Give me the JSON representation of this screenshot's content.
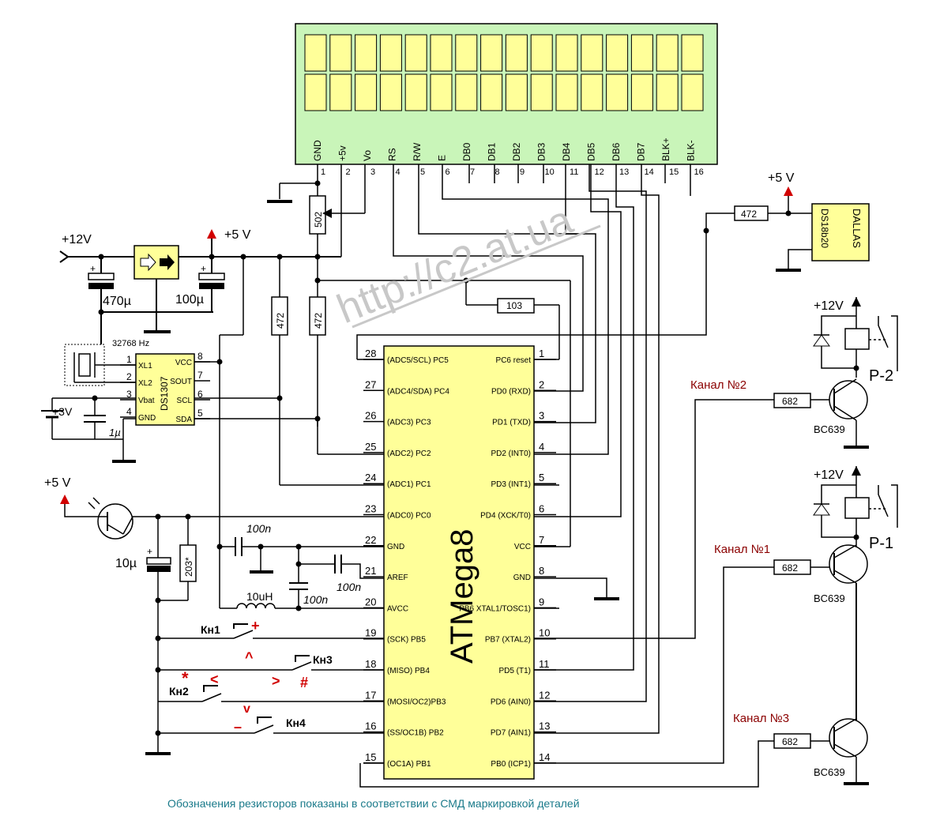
{
  "lcd": {
    "pins": [
      {
        "num": "1",
        "label": "GND"
      },
      {
        "num": "2",
        "label": "+5v"
      },
      {
        "num": "3",
        "label": "Vo"
      },
      {
        "num": "4",
        "label": "RS"
      },
      {
        "num": "5",
        "label": "R/W"
      },
      {
        "num": "6",
        "label": "E"
      },
      {
        "num": "7",
        "label": "DB0"
      },
      {
        "num": "8",
        "label": "DB1"
      },
      {
        "num": "9",
        "label": "DB2"
      },
      {
        "num": "10",
        "label": "DB3"
      },
      {
        "num": "11",
        "label": "DB4"
      },
      {
        "num": "12",
        "label": "DB5"
      },
      {
        "num": "13",
        "label": "DB6"
      },
      {
        "num": "14",
        "label": "DB7"
      },
      {
        "num": "15",
        "label": "BLK+"
      },
      {
        "num": "16",
        "label": "BLK-"
      }
    ]
  },
  "mcu": {
    "name": "ATMega8",
    "left_pins": [
      {
        "num": "28",
        "label": "(ADC5/SCL) PC5"
      },
      {
        "num": "27",
        "label": "(ADC4/SDA) PC4"
      },
      {
        "num": "26",
        "label": "(ADC3) PC3"
      },
      {
        "num": "25",
        "label": "(ADC2) PC2"
      },
      {
        "num": "24",
        "label": "(ADC1) PC1"
      },
      {
        "num": "23",
        "label": "(ADC0) PC0"
      },
      {
        "num": "22",
        "label": "GND"
      },
      {
        "num": "21",
        "label": "AREF"
      },
      {
        "num": "20",
        "label": "AVCC"
      },
      {
        "num": "19",
        "label": "(SCK) PB5"
      },
      {
        "num": "18",
        "label": "(MISO) PB4"
      },
      {
        "num": "17",
        "label": "(MOSI/OC2)PB3"
      },
      {
        "num": "16",
        "label": "(SS/OC1B) PB2"
      },
      {
        "num": "15",
        "label": "(OC1A) PB1"
      }
    ],
    "right_pins": [
      {
        "num": "1",
        "label": "PC6 reset"
      },
      {
        "num": "2",
        "label": "PD0 (RXD)"
      },
      {
        "num": "3",
        "label": "PD1 (TXD)"
      },
      {
        "num": "4",
        "label": "PD2 (INT0)"
      },
      {
        "num": "5",
        "label": "PD3 (INT1)"
      },
      {
        "num": "6",
        "label": "PD4 (XCK/T0)"
      },
      {
        "num": "7",
        "label": "VCC"
      },
      {
        "num": "8",
        "label": "GND"
      },
      {
        "num": "9",
        "label": "PB6 XTAL1/TOSC1)"
      },
      {
        "num": "10",
        "label": "PB7 (XTAL2)"
      },
      {
        "num": "11",
        "label": "PD5  (T1)"
      },
      {
        "num": "12",
        "label": "PD6 (AIN0)"
      },
      {
        "num": "13",
        "label": "PD7 (AIN1)"
      },
      {
        "num": "14",
        "label": "PB0 (ICP1)"
      }
    ]
  },
  "rtc": {
    "name": "DS1307",
    "left_pins": [
      {
        "num": "1",
        "label": "XL1"
      },
      {
        "num": "2",
        "label": "XL2"
      },
      {
        "num": "3",
        "label": "Vbat"
      },
      {
        "num": "4",
        "label": "GND"
      }
    ],
    "right_pins": [
      {
        "num": "8",
        "label": "VCC"
      },
      {
        "num": "7",
        "label": "SOUT"
      },
      {
        "num": "6",
        "label": "SCL"
      },
      {
        "num": "5",
        "label": "SDA"
      }
    ],
    "crystal": "32768 Hz"
  },
  "sensor": {
    "line1": "DALLAS",
    "line2": "DS18b20"
  },
  "resistors": {
    "r502": "502",
    "r472_sda": "472",
    "r472_scl": "472",
    "r103": "103",
    "r472_ds": "472",
    "r682_ch2": "682",
    "r682_ch1": "682",
    "r682_ch3": "682",
    "r203": "203*"
  },
  "capacitors": {
    "c470": "470µ",
    "c100": "100µ",
    "c1": "1µ",
    "c100n_a": "100n",
    "c100n_b": "100n",
    "c100n_c": "100n",
    "c10": "10µ"
  },
  "inductor": "10uH",
  "power": {
    "v12": "+12V",
    "v5_reg": "+5 V",
    "v5_ds": "+5 V",
    "v5_photo": "+5 V",
    "v12_r2": "+12V",
    "v12_r1": "+12V",
    "battery": "+3V"
  },
  "relays": {
    "r2": "P-2",
    "r1": "P-1"
  },
  "transistors": {
    "t2": "BC639",
    "t1": "BC639",
    "t3": "BC639"
  },
  "channels": {
    "ch2": "Канал №2",
    "ch1": "Канал №1",
    "ch3": "Канал №3"
  },
  "buttons": {
    "kn1": "Кн1",
    "kn2": "Кн2",
    "kn3": "Кн3",
    "kn4": "Кн4"
  },
  "symbols": {
    "plus": "+",
    "up": "^",
    "star": "*",
    "lt": "<",
    "gt": ">",
    "hash": "#",
    "down": "v",
    "minus": "–"
  },
  "watermark": "http://c2.at.ua",
  "footer": "Обозначения резисторов показаны в соответствии с СМД маркировкой деталей"
}
